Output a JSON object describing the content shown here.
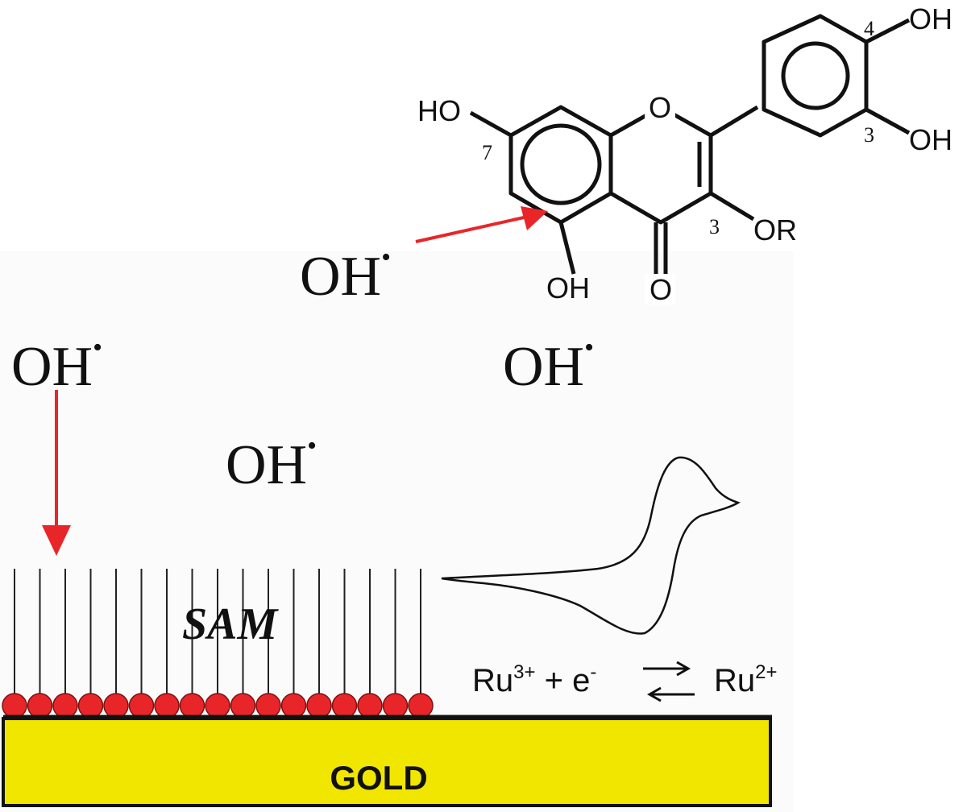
{
  "radicals": {
    "r1": {
      "text": "OH",
      "dot": "•"
    },
    "r2": {
      "text": "OH",
      "dot": "•"
    },
    "r3": {
      "text": "OH",
      "dot": "•"
    },
    "r4": {
      "text": "OH",
      "dot": "•"
    }
  },
  "molecule": {
    "ho7": "HO",
    "label7": "7",
    "ring_o": "O",
    "oh5": "OH",
    "carbonyl_o": "O",
    "label3": "3",
    "or3": "OR",
    "label4p": "4",
    "oh4p": "OH",
    "label3p": "3",
    "oh3p": "OH"
  },
  "surface": {
    "sam_label": "SAM",
    "gold_label": "GOLD",
    "monolayer_count": 17
  },
  "redox": {
    "ru3": "Ru",
    "ru3_sup": "3+",
    "plus_e": " + e",
    "e_sup": "-",
    "ru2": "Ru",
    "ru2_sup": "2+"
  },
  "colors": {
    "arrow": "#e8262a",
    "bead": "#e8262a",
    "gold": "#f1e600",
    "ink": "#111111"
  }
}
